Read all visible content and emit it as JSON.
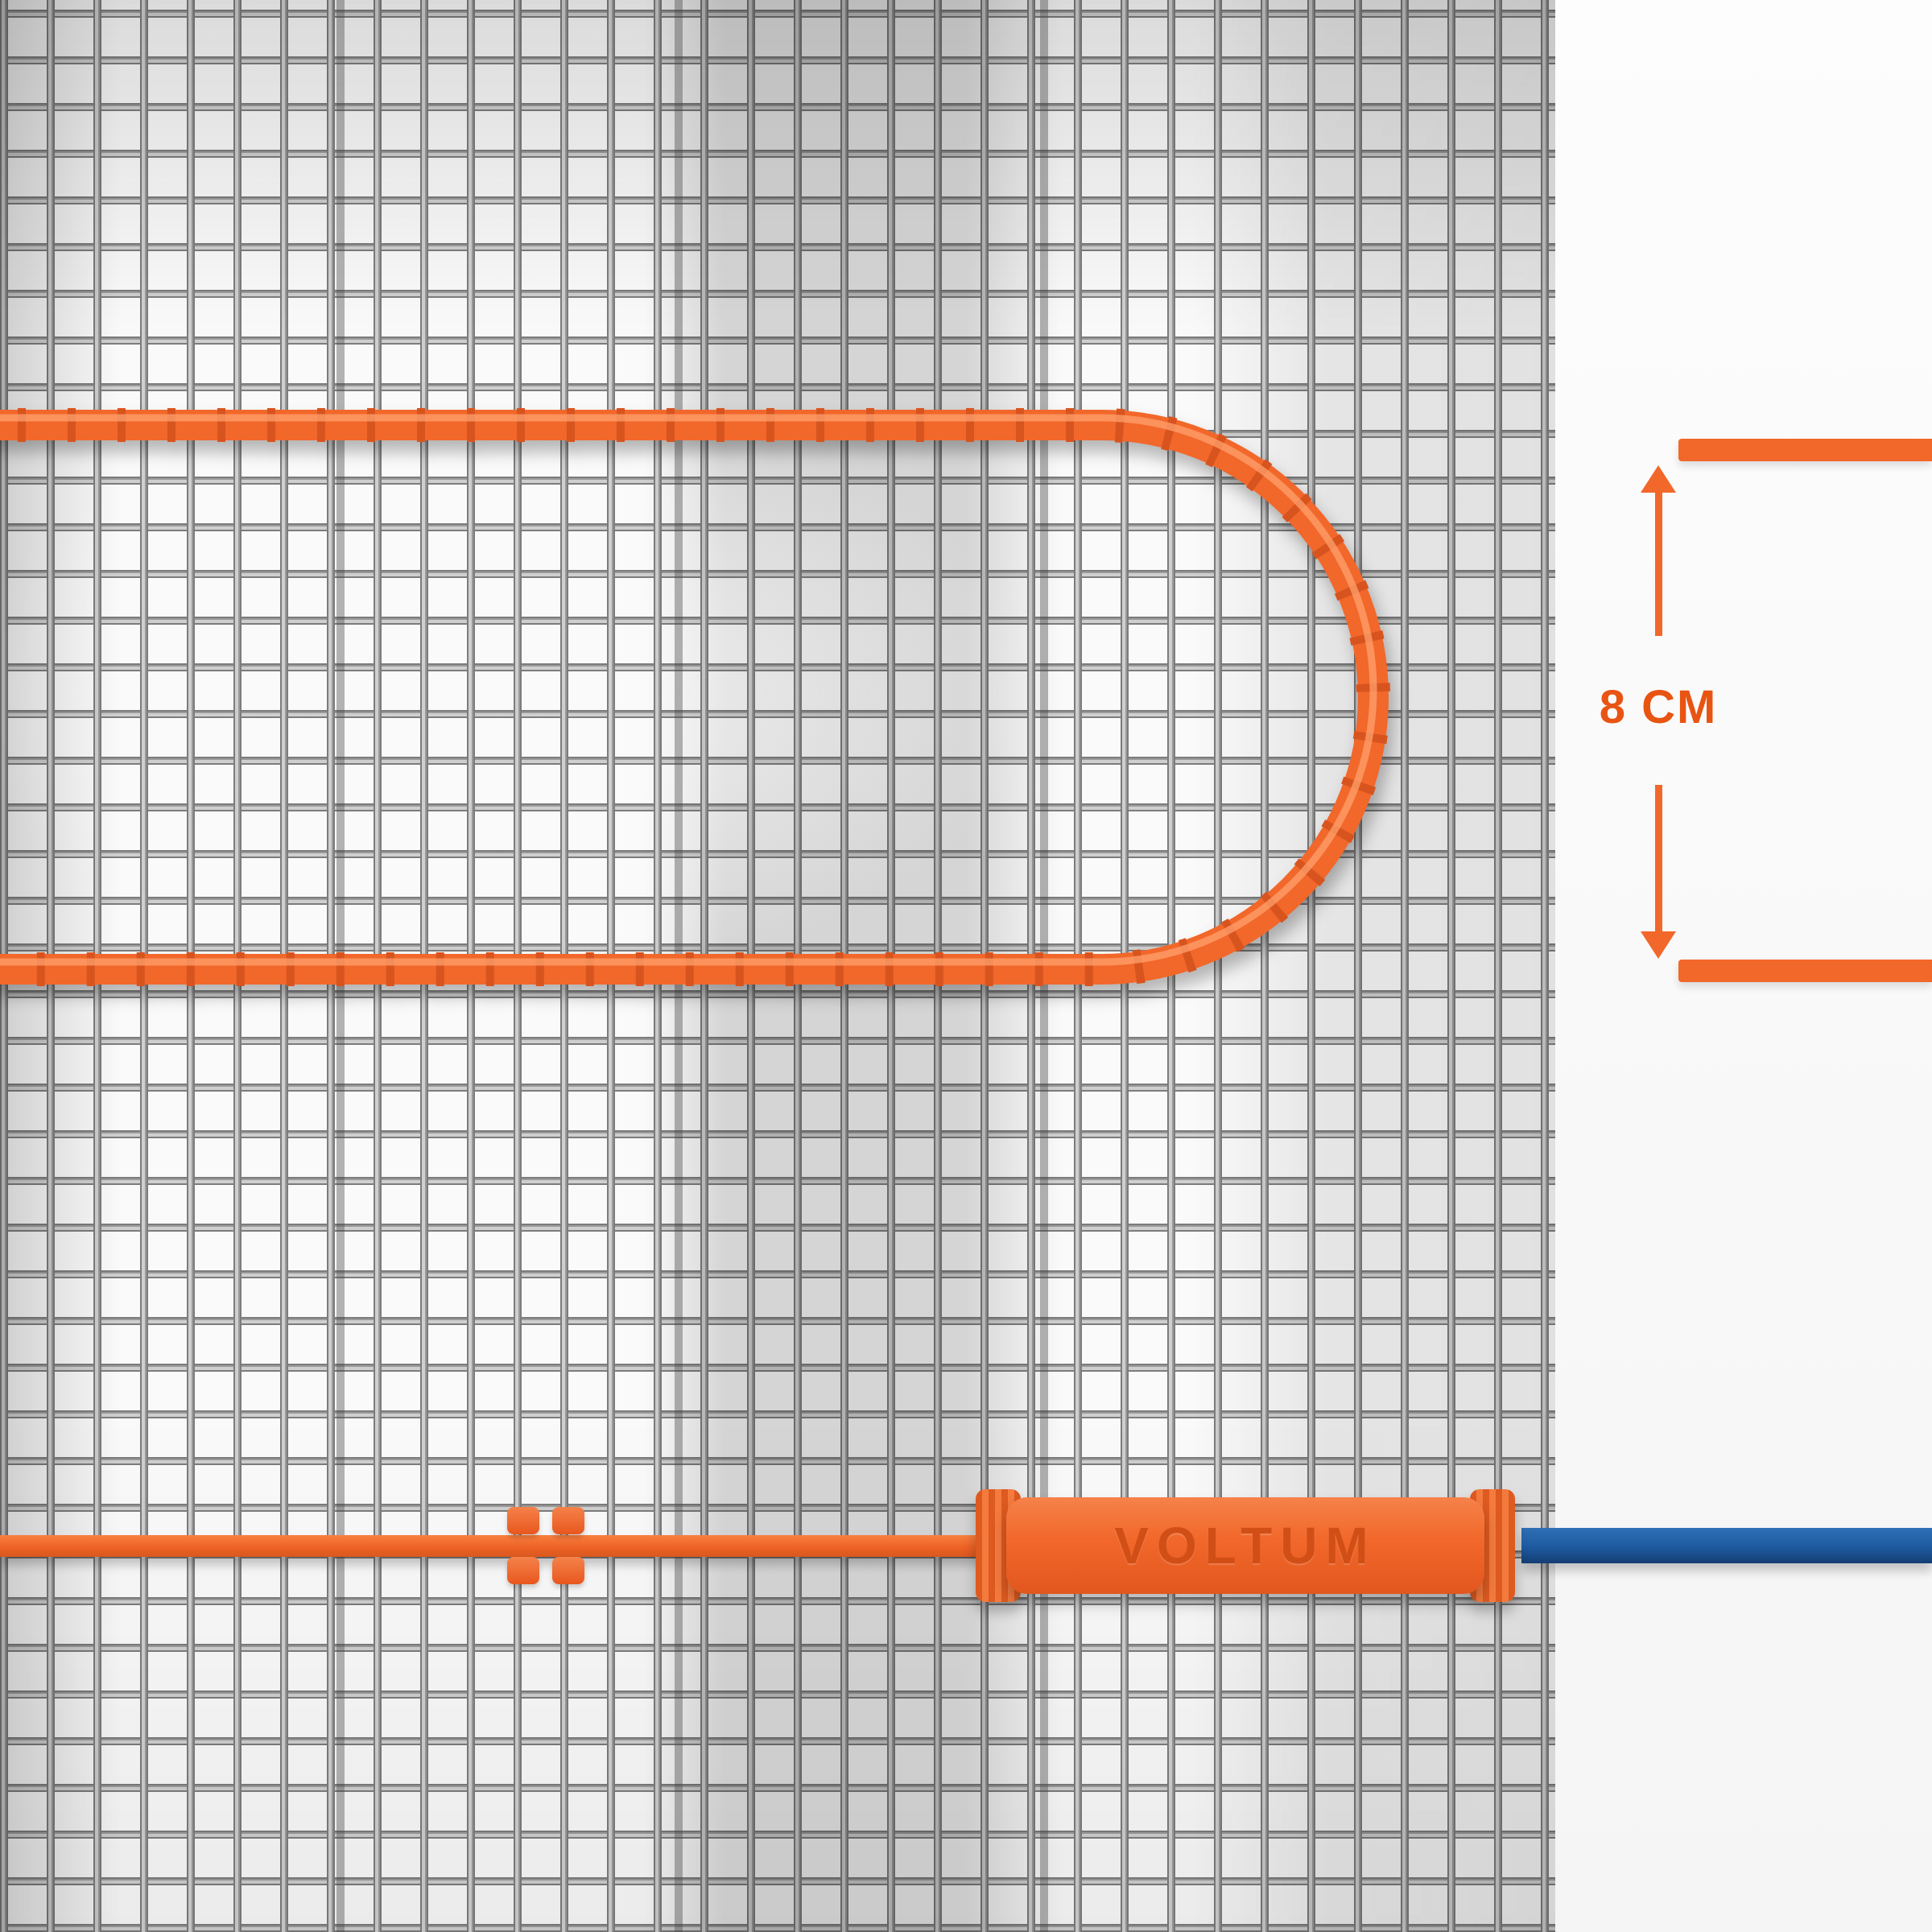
{
  "illustration": {
    "dimension_label": "8 CM",
    "connector_brand": "VOLTUM"
  },
  "icons": {
    "arrow-up": "css-triangle-up",
    "arrow-down": "css-triangle-down"
  },
  "colors": {
    "accent-orange": "#F2672A",
    "accent-orange-dark": "#D8541F",
    "dimension-text": "#E85412",
    "cable-blue": "#1E5AA0",
    "cable-blue-dark": "#143E73",
    "mesh-wire": "#9B9B9B",
    "mesh-wire-light": "#CFCFCF",
    "mesh-wire-dark": "#7C7C7C"
  }
}
